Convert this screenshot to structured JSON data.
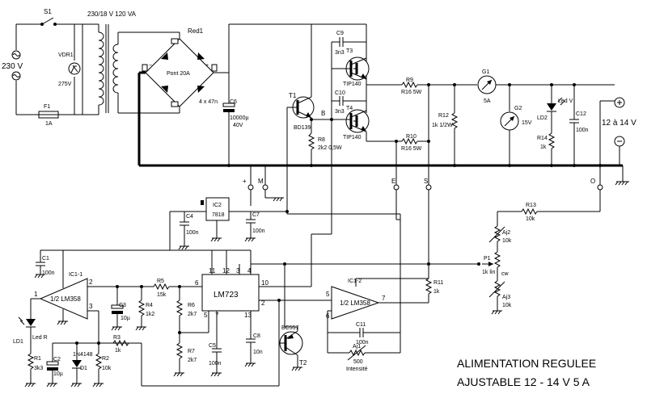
{
  "labels": {
    "s1": "S1",
    "transformer": "230/18 V  120 VA",
    "mains": "230 V",
    "vdr": "VDR1",
    "vdr_value": "275V",
    "f1": "F1",
    "f1_value": "1A",
    "bridge": "Red1",
    "bridge_value": "Pont 20A",
    "bridge_caps": "4 x 47n",
    "c6": "C6",
    "c6_value1": "10000µ",
    "c6_value2": "40V",
    "t1": "T1",
    "t1_type": "BD139",
    "node_b": "B",
    "r8": "R8",
    "r8_value": "2k2 0,5W",
    "c9": "C9",
    "c9_value": "3n3",
    "t3": "T3",
    "t3_type": "TIP140",
    "c10": "C10",
    "c10_value": "3n3",
    "t4": "T4",
    "t4_type": "TIP140",
    "r9": "R9",
    "r9_value": "R16 5W",
    "r10": "R10",
    "r10_value": "R16 5W",
    "r12": "R12",
    "r12_value": "1k 1/2W",
    "g1": "G1",
    "g1_value": "5A",
    "g2": "G2",
    "g2_value": "15V",
    "led_v": "Led V",
    "ld2": "LD2",
    "r14": "R14",
    "r14_value": "1k",
    "c12": "C12",
    "c12_value": "100n",
    "output": "12 à 14 V",
    "plus": "+",
    "minus": "−",
    "node_plus": "+",
    "node_m": "M",
    "node_e": "E",
    "node_s": "S",
    "node_o": "O",
    "ic2": "IC2",
    "ic2_type": "7818",
    "c4": "C4",
    "c4_value": "100n",
    "c7": "C7",
    "c7_value": "100n",
    "r13": "R13",
    "r13_value": "10k",
    "aj2": "Aj2",
    "aj2_value": "10k",
    "p1": "P1",
    "p1_value": "1k lin",
    "cw": "cw",
    "aj3": "Aj3",
    "aj3_value": "10k",
    "c1": "C1",
    "c1_value": "100n",
    "ic1_1": "IC1-1",
    "opamp_type": "1/2 LM358",
    "r5": "R5",
    "r5_value": "15k",
    "c3": "C3",
    "c3_value": "10µ",
    "r4": "R4",
    "r4_value": "1k2",
    "lm723": "LM723",
    "r6": "R6",
    "r6_value": "2k7",
    "r7": "R7",
    "r7_value": "2k7",
    "c5": "C5",
    "c5_value": "100n",
    "c8": "C8",
    "c8_value": "10n",
    "r3": "R3",
    "r3_value": "1k",
    "led_r": "Led R",
    "ld1": "LD1",
    "r1": "R1",
    "r1_value": "3k3",
    "c2": "C2",
    "c2_value": "10µ",
    "d1_type": "1N4148",
    "d1": "D1",
    "r2": "R2",
    "r2_value": "10k",
    "t2": "T2",
    "t2_type": "BC557",
    "ic1_2": "IC1-2",
    "r11": "R11",
    "r11_value": "1k",
    "c11": "C11",
    "c11_value": "100n",
    "aj1": "Aj1",
    "aj1_value": "500",
    "aj1_name": "Intensité",
    "title_line1": "ALIMENTATION REGULEE",
    "title_line2": "AJUSTABLE 12 - 14 V  5 A",
    "pins": {
      "p11": "11",
      "p12": "12",
      "p3": "3",
      "p4": "4",
      "p6": "6",
      "p10": "10",
      "p2": "2",
      "p5": "5",
      "p7": "7",
      "p13": "13",
      "o1": "1",
      "o2": "2",
      "o3": "3",
      "q5": "5",
      "q6": "6",
      "q7": "7"
    }
  },
  "colors": {
    "ink": "#000000",
    "paper": "#ffffff"
  }
}
